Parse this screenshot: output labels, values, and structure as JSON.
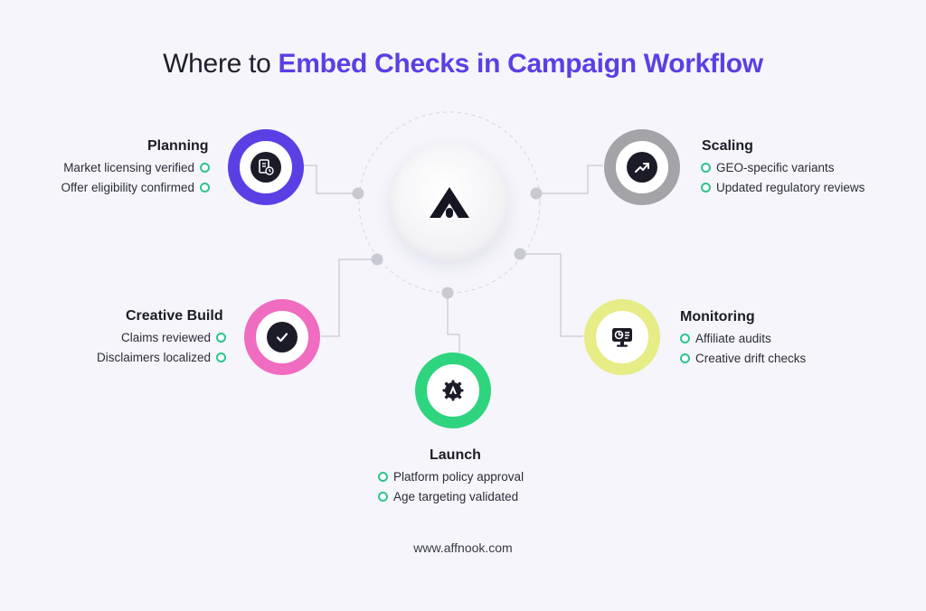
{
  "title": {
    "prefix": "Where to ",
    "highlight": "Embed Checks in Campaign Workflow"
  },
  "colors": {
    "accent": "#5b3fe4",
    "bullet": "#2ec38d",
    "planning": "#5b3fe4",
    "scaling": "#a3a3a8",
    "creative": "#ef6cc0",
    "launch": "#2fd47f",
    "monitoring": "#e6ec86"
  },
  "hub": {
    "icon": "affnook-logo-icon"
  },
  "stages": {
    "planning": {
      "title": "Planning",
      "icon": "checklist-clock-icon",
      "items": [
        "Market licensing verified",
        "Offer eligibility confirmed"
      ]
    },
    "scaling": {
      "title": "Scaling",
      "icon": "trend-up-icon",
      "items": [
        "GEO-specific variants",
        "Updated regulatory reviews"
      ]
    },
    "creative": {
      "title": "Creative Build",
      "icon": "checkmark-icon",
      "items": [
        "Claims reviewed",
        "Disclaimers localized"
      ]
    },
    "launch": {
      "title": "Launch",
      "icon": "rocket-gear-icon",
      "items": [
        "Platform policy approval",
        "Age targeting validated"
      ]
    },
    "monitoring": {
      "title": "Monitoring",
      "icon": "monitor-chart-icon",
      "items": [
        "Affiliate audits",
        "Creative drift checks"
      ]
    }
  },
  "footer": "www.affnook.com"
}
